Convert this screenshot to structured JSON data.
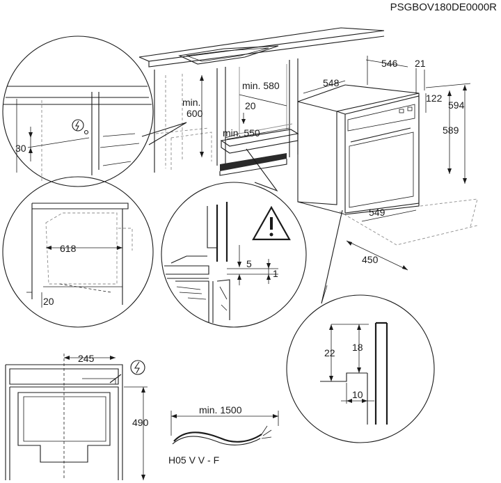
{
  "code": "PSGBOV180DE0000R",
  "dims": {
    "d546": "546",
    "d21": "21",
    "d548": "548",
    "d122": "122",
    "d594": "594",
    "d589": "589",
    "d549": "549",
    "d450": "450",
    "min580": "min. 580",
    "min600_a": "min.",
    "min600_b": "600",
    "d20a": "20",
    "min550": "min. 550",
    "d30": "30",
    "d618": "618",
    "d20b": "20",
    "d5": "5",
    "d1": "1",
    "d22": "22",
    "d18": "18",
    "d10": "10",
    "d245": "245",
    "d490": "490",
    "min1500": "min. 1500"
  },
  "cable": "H05 V V - F",
  "icons": [
    "power-plug-icon",
    "warning-icon"
  ]
}
